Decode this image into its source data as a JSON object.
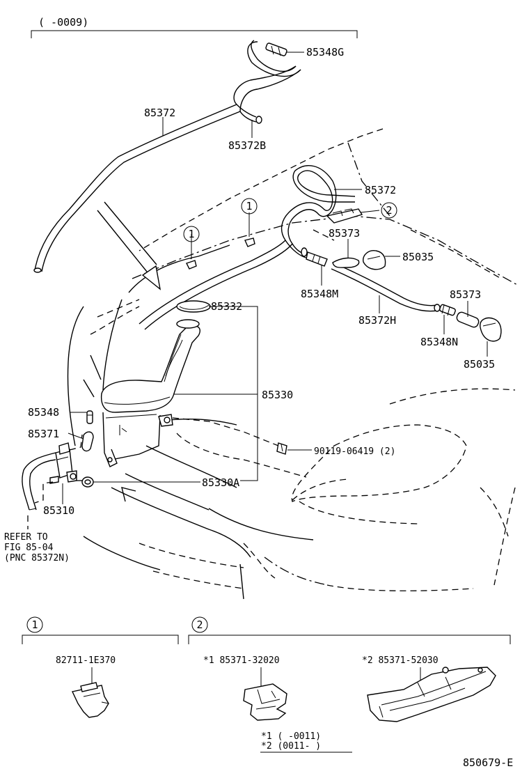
{
  "range_label": "(    -0009)",
  "labels": {
    "p85348G": "85348G",
    "p85372_top": "85372",
    "p85372B": "85372B",
    "p85372_mid": "85372",
    "p85373_a": "85373",
    "p85035_a": "85035",
    "p85348M": "85348M",
    "p85372H": "85372H",
    "p85373_b": "85373",
    "p85348N": "85348N",
    "p85035_b": "85035",
    "p85332": "85332",
    "p85330": "85330",
    "p85348": "85348",
    "p85371": "85371",
    "p90119": "90119-06419 (2)",
    "p85330A": "85330A",
    "p85310": "85310"
  },
  "callouts": {
    "c1_left": "1",
    "c1_mid": "1",
    "c2_mid": "2",
    "c1_bottom": "1",
    "c2_bottom": "2"
  },
  "refer": {
    "line1": "REFER TO",
    "line2": "FIG 85-04",
    "line3": "(PNC 85372N)"
  },
  "bottom": {
    "part1": "82711-1E370",
    "part2": "*1  85371-32020",
    "part3": "*2  85371-52030",
    "note1": "*1 (     -0011)",
    "note2": "*2 (0011-     )"
  },
  "figure_id": "850679-E"
}
